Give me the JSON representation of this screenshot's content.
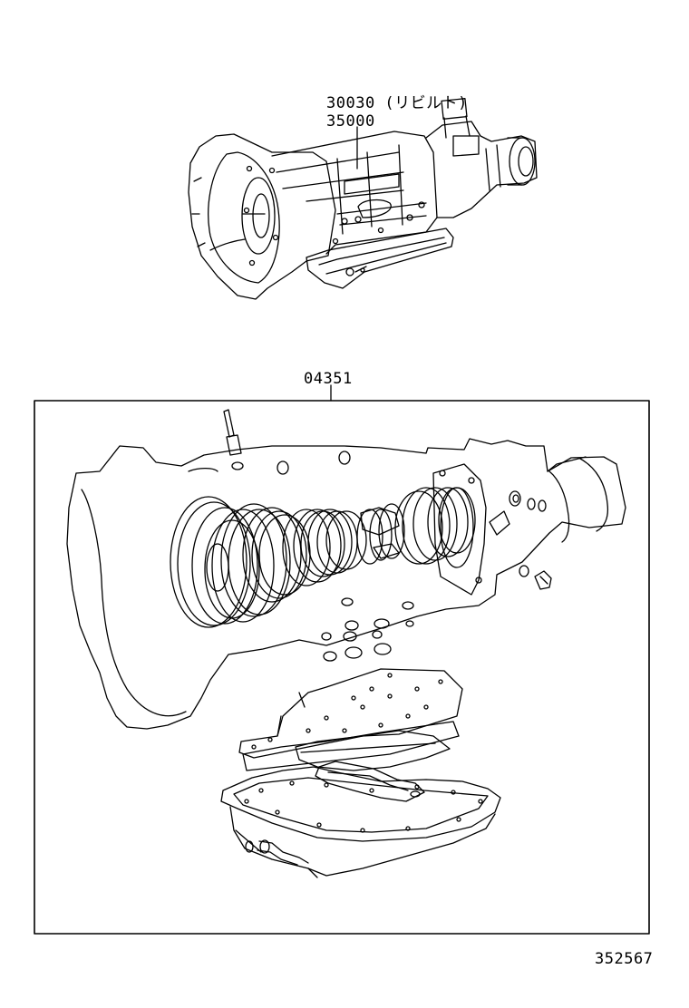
{
  "callouts": {
    "assembly_rebuilt": "30030 (リビルト)",
    "assembly": "35000",
    "gasket_kit": "04351"
  },
  "figure_number": "352567",
  "colors": {
    "ink": "#000000",
    "paper": "#ffffff"
  }
}
